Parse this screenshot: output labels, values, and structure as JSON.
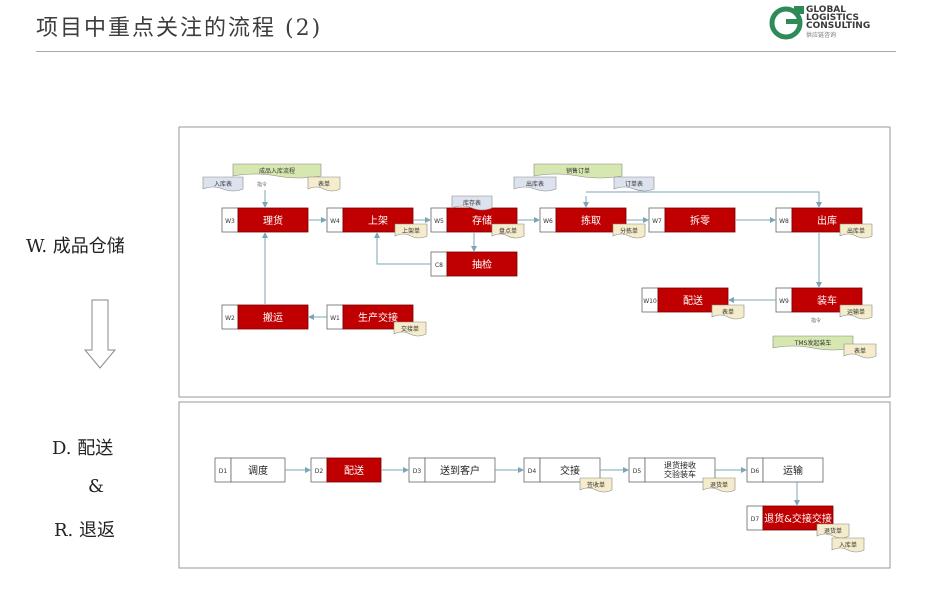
{
  "page": {
    "title": "项目中重点关注的流程 (2)",
    "logo": {
      "line1": "GLOBAL",
      "line2": "LOGISTICS",
      "line3": "CONSULTING",
      "line4": "供应链咨询"
    }
  },
  "side_labels": {
    "warehouse": "W. 成品仓储",
    "delivery": "D. 配送",
    "amp": "&",
    "returns": "R. 退返"
  },
  "colors": {
    "red": "#c00000",
    "doc": "#f4ecca",
    "doc_green": "#d6e7b0",
    "doc_blue": "#dde3ee",
    "line": "#7aa7b8",
    "frame": "#9a9a9a"
  },
  "warehouse": {
    "nodes": [
      {
        "id": "W3",
        "label": "理货",
        "red": true
      },
      {
        "id": "W4",
        "label": "上架",
        "red": true
      },
      {
        "id": "W5",
        "label": "存储",
        "red": true
      },
      {
        "id": "C8",
        "label": "抽检",
        "red": true
      },
      {
        "id": "W6",
        "label": "拣取",
        "red": true
      },
      {
        "id": "W7",
        "label": "拆零",
        "red": true
      },
      {
        "id": "W8",
        "label": "出库",
        "red": true
      },
      {
        "id": "W9",
        "label": "装车",
        "red": true
      },
      {
        "id": "W10",
        "label": "配送",
        "red": true
      },
      {
        "id": "W2",
        "label": "搬运",
        "red": true
      },
      {
        "id": "W1",
        "label": "生产交接",
        "red": true
      }
    ],
    "docs": {
      "inbound_flow": "成品入库流程",
      "inbound_note": "入库表",
      "inbound_table": "表单",
      "inventory": "库存表",
      "shelf": "上架单",
      "stockcheck": "盘点单",
      "sales_order": "销售订单",
      "outbound_table": "出库表",
      "order_table": "订单表",
      "pick_note": "分拣单",
      "out_note": "出库单",
      "load_note": "运输单",
      "delivery_note": "表单",
      "handover_note": "交接单",
      "tms": "TMS发起装车",
      "tms_note": "表单",
      "tag1": "指令",
      "tag2": "指令"
    }
  },
  "delivery_returns": {
    "nodes": [
      {
        "id": "D1",
        "label": "调度",
        "red": false
      },
      {
        "id": "D2",
        "label": "配送",
        "red": true
      },
      {
        "id": "D3",
        "label": "送到客户",
        "red": false
      },
      {
        "id": "D4",
        "label": "交接",
        "red": false
      },
      {
        "id": "D5",
        "label": "退货接收\n交验装车",
        "red": false
      },
      {
        "id": "D6",
        "label": "运输",
        "red": false
      },
      {
        "id": "D7",
        "label": "退货&交接交接",
        "red": true
      }
    ],
    "docs": {
      "d4_doc": "签收单",
      "d5_doc": "退货单",
      "d7_doc1": "退货单",
      "d7_doc2": "入库单"
    }
  }
}
